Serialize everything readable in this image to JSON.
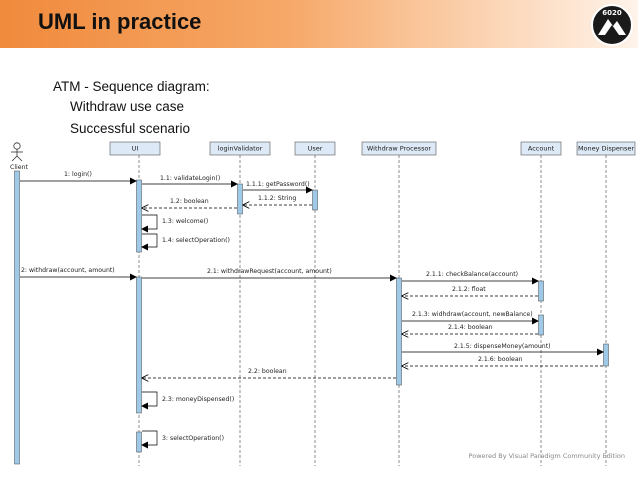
{
  "slide": {
    "title": "UML in practice",
    "logo_text": "6020",
    "bullets": [
      "ATM -  Sequence diagram:",
      "Withdraw use case",
      "Successful scenario"
    ]
  },
  "diagram": {
    "actor": "Client",
    "lifelines": [
      "UI",
      "loginValidator",
      "User",
      "Withdraw Processor",
      "Account",
      "Money Dispenser"
    ],
    "messages": [
      "1: login()",
      "1.1: validateLogin()",
      "1.1.1: getPassword()",
      "1.1.2: String",
      "1.2: boolean",
      "1.3: welcome()",
      "1.4: selectOperation()",
      "2: withdraw(account, amount)",
      "2.1: withdrawRequest(account, amount)",
      "2.1.1: checkBalance(account)",
      "2.1.2: float",
      "2.1.3: widhdraw(account, newBalance)",
      "2.1.4: boolean",
      "2.1.5: dispenseMoney(amount)",
      "2.1.6: boolean",
      "2.2: boolean",
      "2.3: moneyDispensed()",
      "3: selectOperation()"
    ],
    "watermark": "Powered By Visual Paradigm Community Edition",
    "colors": {
      "header_bg": "#dde9f6",
      "activation": "#9ecae8",
      "line": "#222222"
    }
  }
}
